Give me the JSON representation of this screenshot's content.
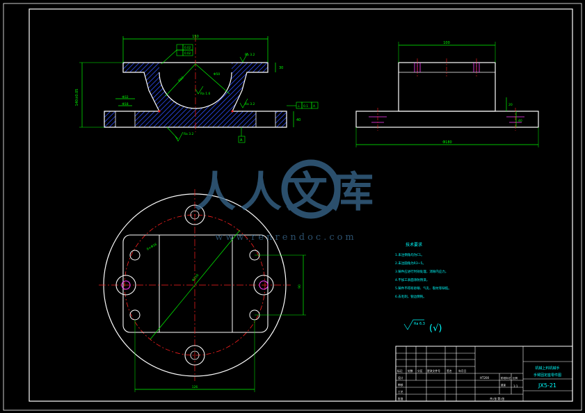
{
  "drawing": {
    "dims": {
      "front_width": "150",
      "front_height_left": "140±0.05",
      "front_height_right": "30",
      "front_base_height": "40",
      "slot_width": "Φ32",
      "slot_depth": "Φ18",
      "arc_radius": "R50",
      "arc_diameter": "Φ50",
      "side_top_width": "100",
      "side_total_width": "Φ180",
      "side_step_height": "20",
      "side_base_height": "40",
      "plan_bolt_circle": "Φ150",
      "plan_hole_dia": "6×Φ16",
      "plan_height": "90",
      "plan_width": "126"
    },
    "roughness": {
      "r1": "Ra 3.2",
      "r2": "Ra 1.6",
      "r3": "Ra 3.2",
      "r4": "Ra 3.2",
      "general": "Ra 6.3",
      "general_paren": "(√)"
    },
    "tolerances": {
      "flatness": "0.02",
      "parallelism": "0.02",
      "datum_ref": "A",
      "perp_symbol": "⊥",
      "perp_value": "0.1",
      "perp_datum": "A"
    },
    "datum_label": "A",
    "notes": {
      "heading": "技术要求",
      "items": [
        "1.未注倒角均为C1。",
        "2.未注圆角为R3~5。",
        "3.铸件应进行时效处理，消除内应力。",
        "4.不加工表面涂防锈漆。",
        "5.铸件不得有砂眼、气孔、裂纹等缺陷。",
        "6.去毛刺，锐边倒钝。"
      ]
    },
    "title_block": {
      "part_name_line1": "机械上料机械手",
      "part_name_line2": "手臂固定座零件图",
      "drawing_number": "JX5-21",
      "scale": "1:1",
      "material": "HT200",
      "sheet_info": "共1张  第1张",
      "labels": [
        "标记",
        "处数",
        "分区",
        "更改文件号",
        "签名",
        "年月日"
      ],
      "row_labels": [
        "设计",
        "审核",
        "工艺",
        "批准"
      ],
      "small_labels": [
        "阶段标记",
        "重量",
        "比例"
      ]
    },
    "watermark": {
      "text": "人人文库",
      "url": "www.renrendoc.com"
    },
    "colors": {
      "background": "#000000",
      "outline": "#ffffff",
      "dimension": "#00ff00",
      "centerline": "#ff2020",
      "hatch": "#3050ff",
      "thread": "#ff40ff",
      "annotation": "#00ffff",
      "watermark": "#3a6a90"
    }
  }
}
